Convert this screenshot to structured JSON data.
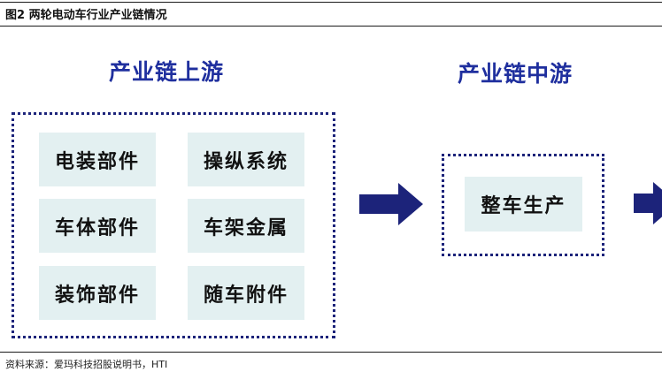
{
  "figure": {
    "title": "图2  两轮电动车行业产业链情况"
  },
  "upstream": {
    "title": "产业链上游",
    "items": [
      "电装部件",
      "操纵系统",
      "车体部件",
      "车架金属",
      "装饰部件",
      "随车附件"
    ]
  },
  "midstream": {
    "title": "产业链中游",
    "items": [
      "整车生产"
    ]
  },
  "colors": {
    "title_blue": "#1f2f9e",
    "arrow_navy": "#1c237a",
    "cell_bg": "#e3f0f1"
  },
  "source": "资料来源：爱玛科技招股说明书，HTI"
}
